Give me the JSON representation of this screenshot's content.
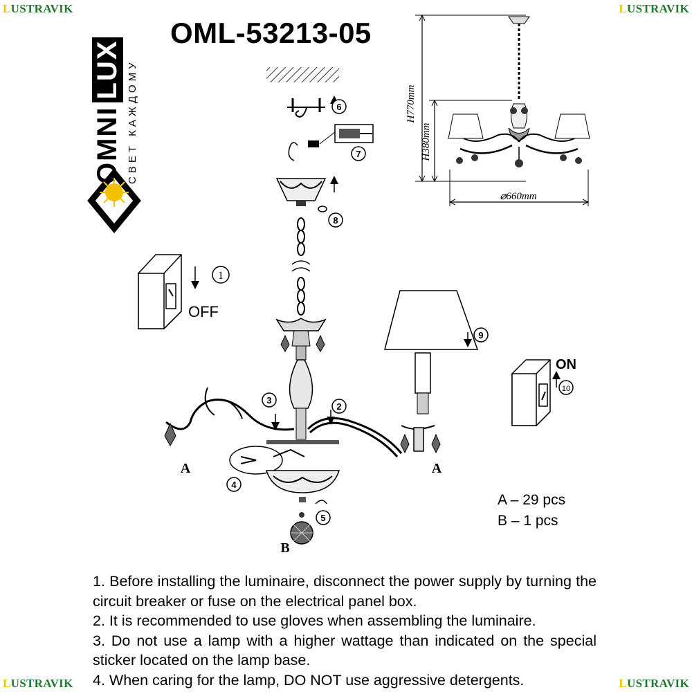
{
  "watermark": {
    "text_prefix": "L",
    "text_rest": "USTRAVIK"
  },
  "brand": {
    "name_a": "OMNI",
    "name_b": "LUX",
    "tagline": "СВЕТ КАЖДОМУ"
  },
  "model": "OML-53213-05",
  "dimensions": {
    "height_total": "H770mm",
    "height_body": "H380mm",
    "diameter": "⌀660mm"
  },
  "steps": {
    "s1": "1",
    "s2": "2",
    "s3": "3",
    "s4": "4",
    "s5": "5",
    "s6": "6",
    "s7": "7",
    "s8": "8",
    "s9": "9",
    "s10": "10"
  },
  "switch_off": "OFF",
  "switch_on": "ON",
  "part_labels": {
    "a_left": "A",
    "a_right": "A",
    "b": "B"
  },
  "legend": {
    "a": "A – 29 pcs",
    "b": "B – 1 pcs"
  },
  "instructions": [
    "1. Before installing the luminaire, disconnect the power supply by turning the circuit breaker or fuse on the electrical panel box.",
    "2. It is recommended to use gloves when assembling the luminaire.",
    "3. Do not use a lamp with a higher wattage than indicated on the special sticker located on the lamp base.",
    "4. When caring for the lamp, DO NOT use aggressive detergents."
  ],
  "colors": {
    "watermark": "#1f7a2e",
    "watermark_dot": "#f2c200",
    "logo_yellow": "#f2c200"
  }
}
